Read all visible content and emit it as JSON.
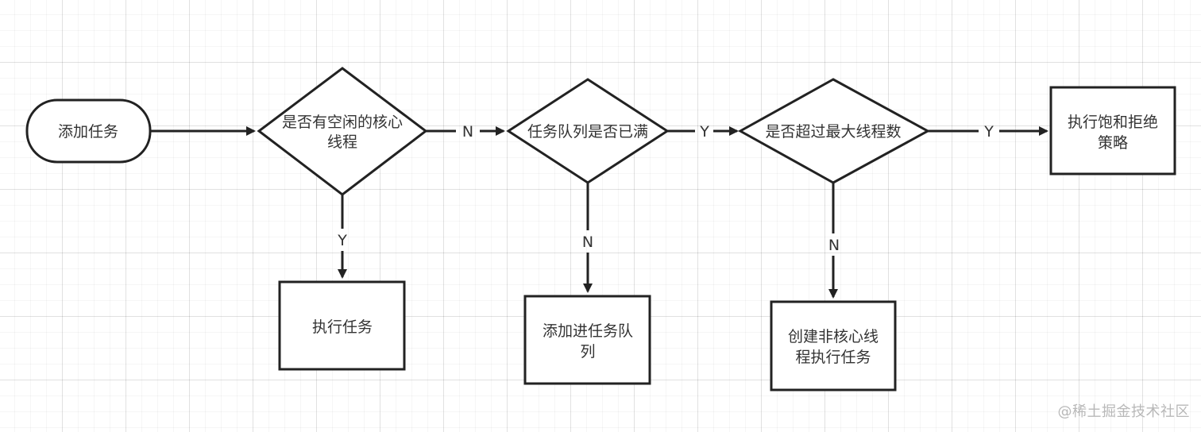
{
  "nodes": {
    "start": {
      "lines": [
        "添加任务"
      ]
    },
    "d1": {
      "lines": [
        "是否有空闲的核心",
        "线程"
      ]
    },
    "d2": {
      "lines": [
        "任务队列是否已满"
      ]
    },
    "d3": {
      "lines": [
        "是否超过最大线程数"
      ]
    },
    "reject": {
      "lines": [
        "执行饱和拒绝",
        "策略"
      ]
    },
    "exec": {
      "lines": [
        "执行任务"
      ]
    },
    "enqueue": {
      "lines": [
        "添加进任务队",
        "列"
      ]
    },
    "create": {
      "lines": [
        "创建非核心线",
        "程执行任务"
      ]
    }
  },
  "edges": {
    "e_start_d1": {
      "label": ""
    },
    "e_d1_d2": {
      "label": "N"
    },
    "e_d2_d3": {
      "label": "Y"
    },
    "e_d3_reject": {
      "label": "Y"
    },
    "e_d1_exec": {
      "label": "Y"
    },
    "e_d2_enqueue": {
      "label": "N"
    },
    "e_d3_create": {
      "label": "N"
    }
  },
  "watermark": "@稀土掘金技术社区"
}
